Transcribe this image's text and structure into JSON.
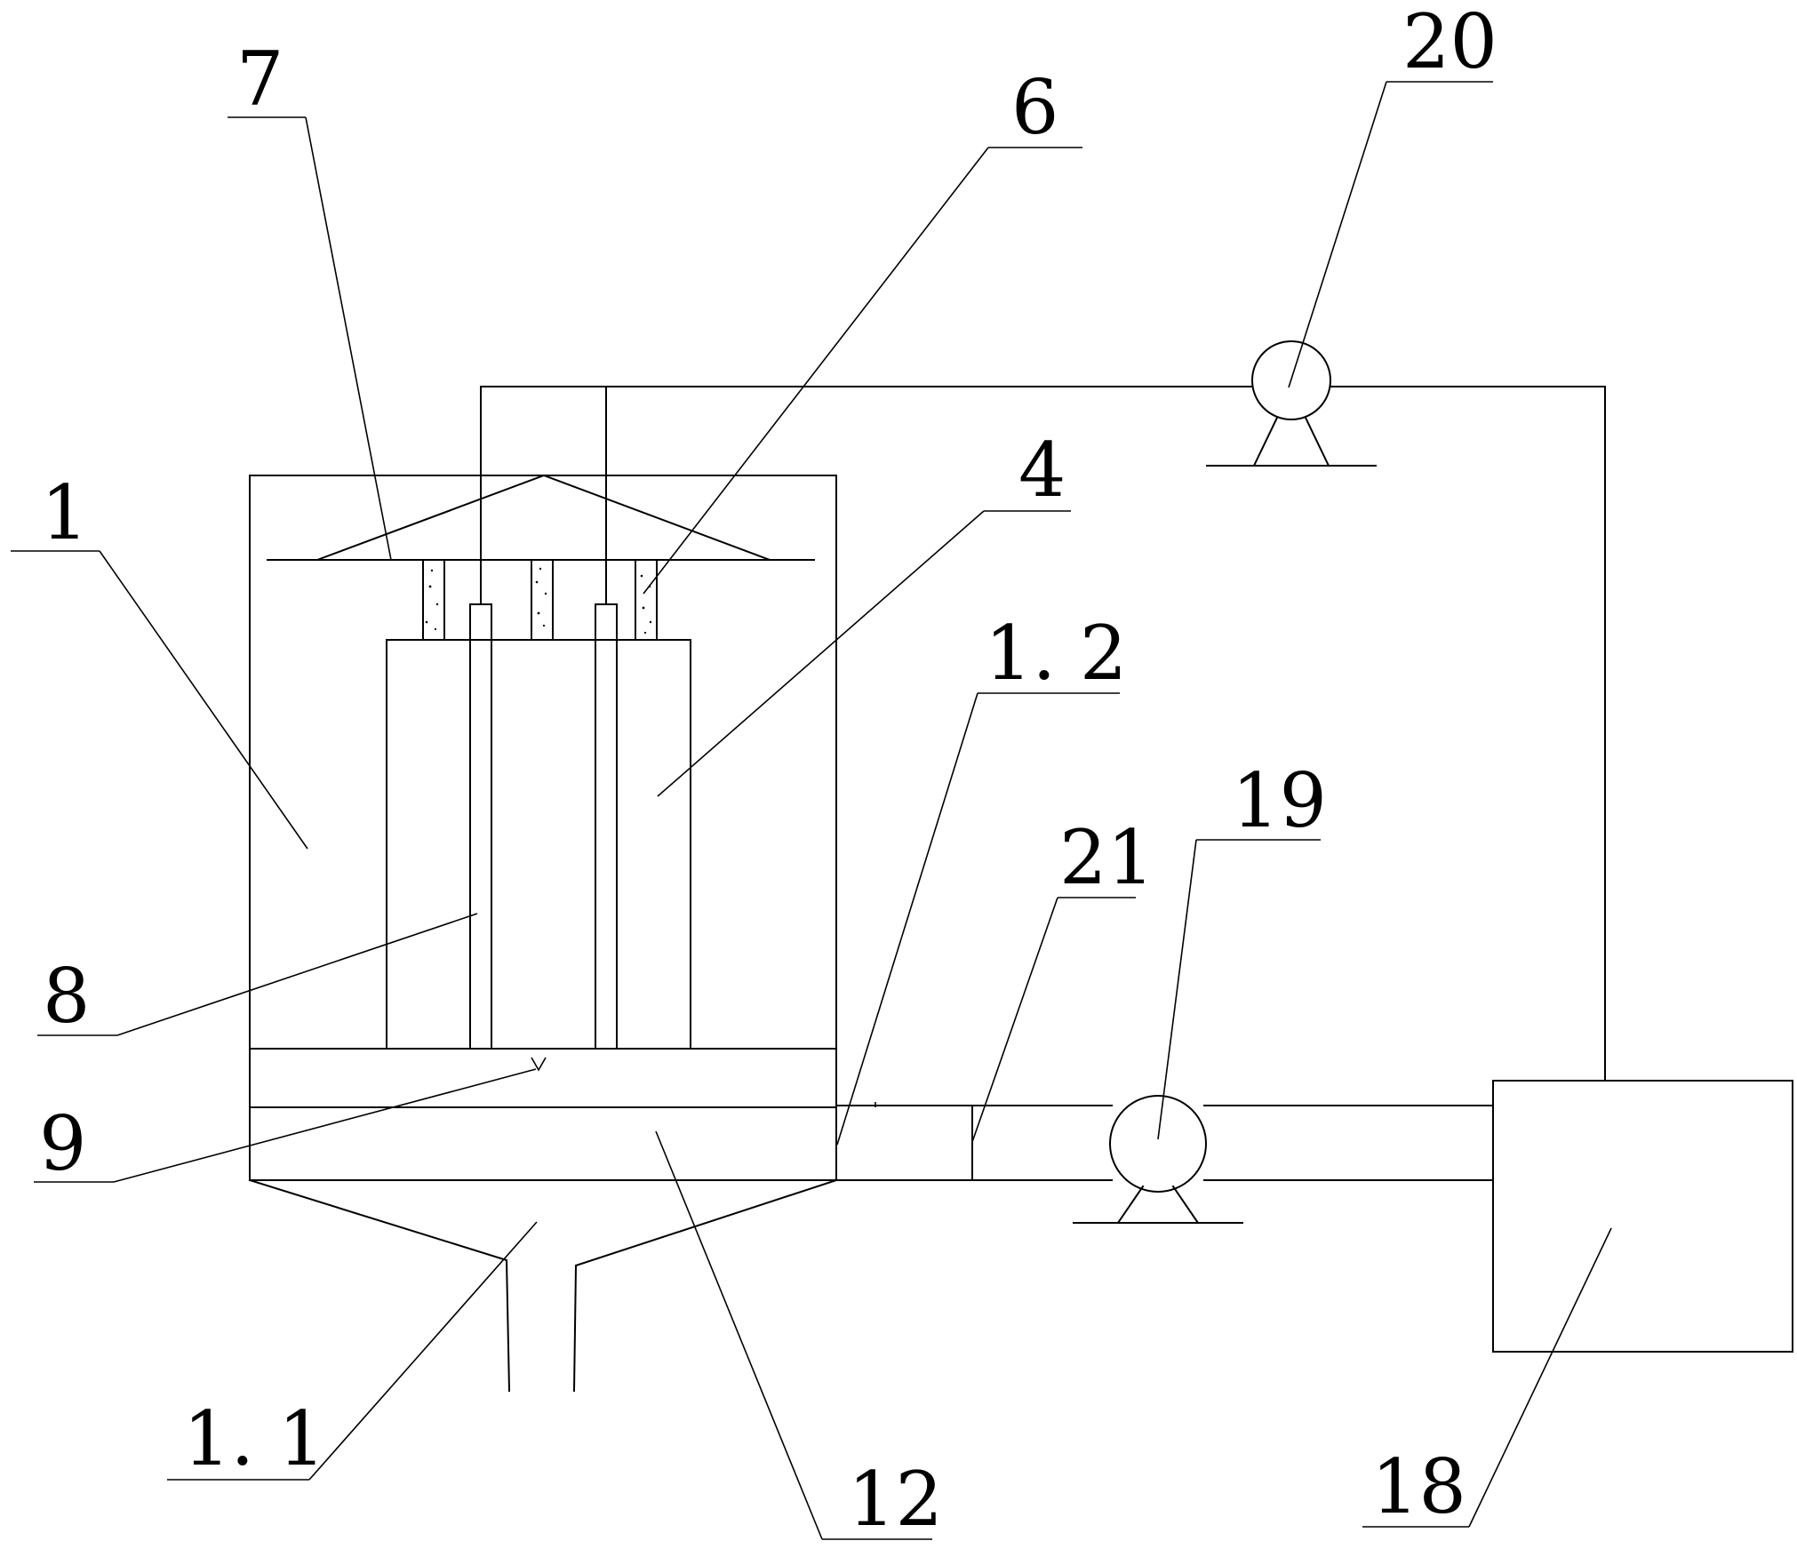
{
  "diagram": {
    "labels": {
      "l1": "1",
      "l1_1": "1. 1",
      "l1_2": "1. 2",
      "l4": "4",
      "l6": "6",
      "l7": "7",
      "l8": "8",
      "l9": "9",
      "l12": "12",
      "l18": "18",
      "l19": "19",
      "l20": "20",
      "l21": "21"
    },
    "colors": {
      "line": "#000000",
      "background": "#ffffff"
    }
  }
}
